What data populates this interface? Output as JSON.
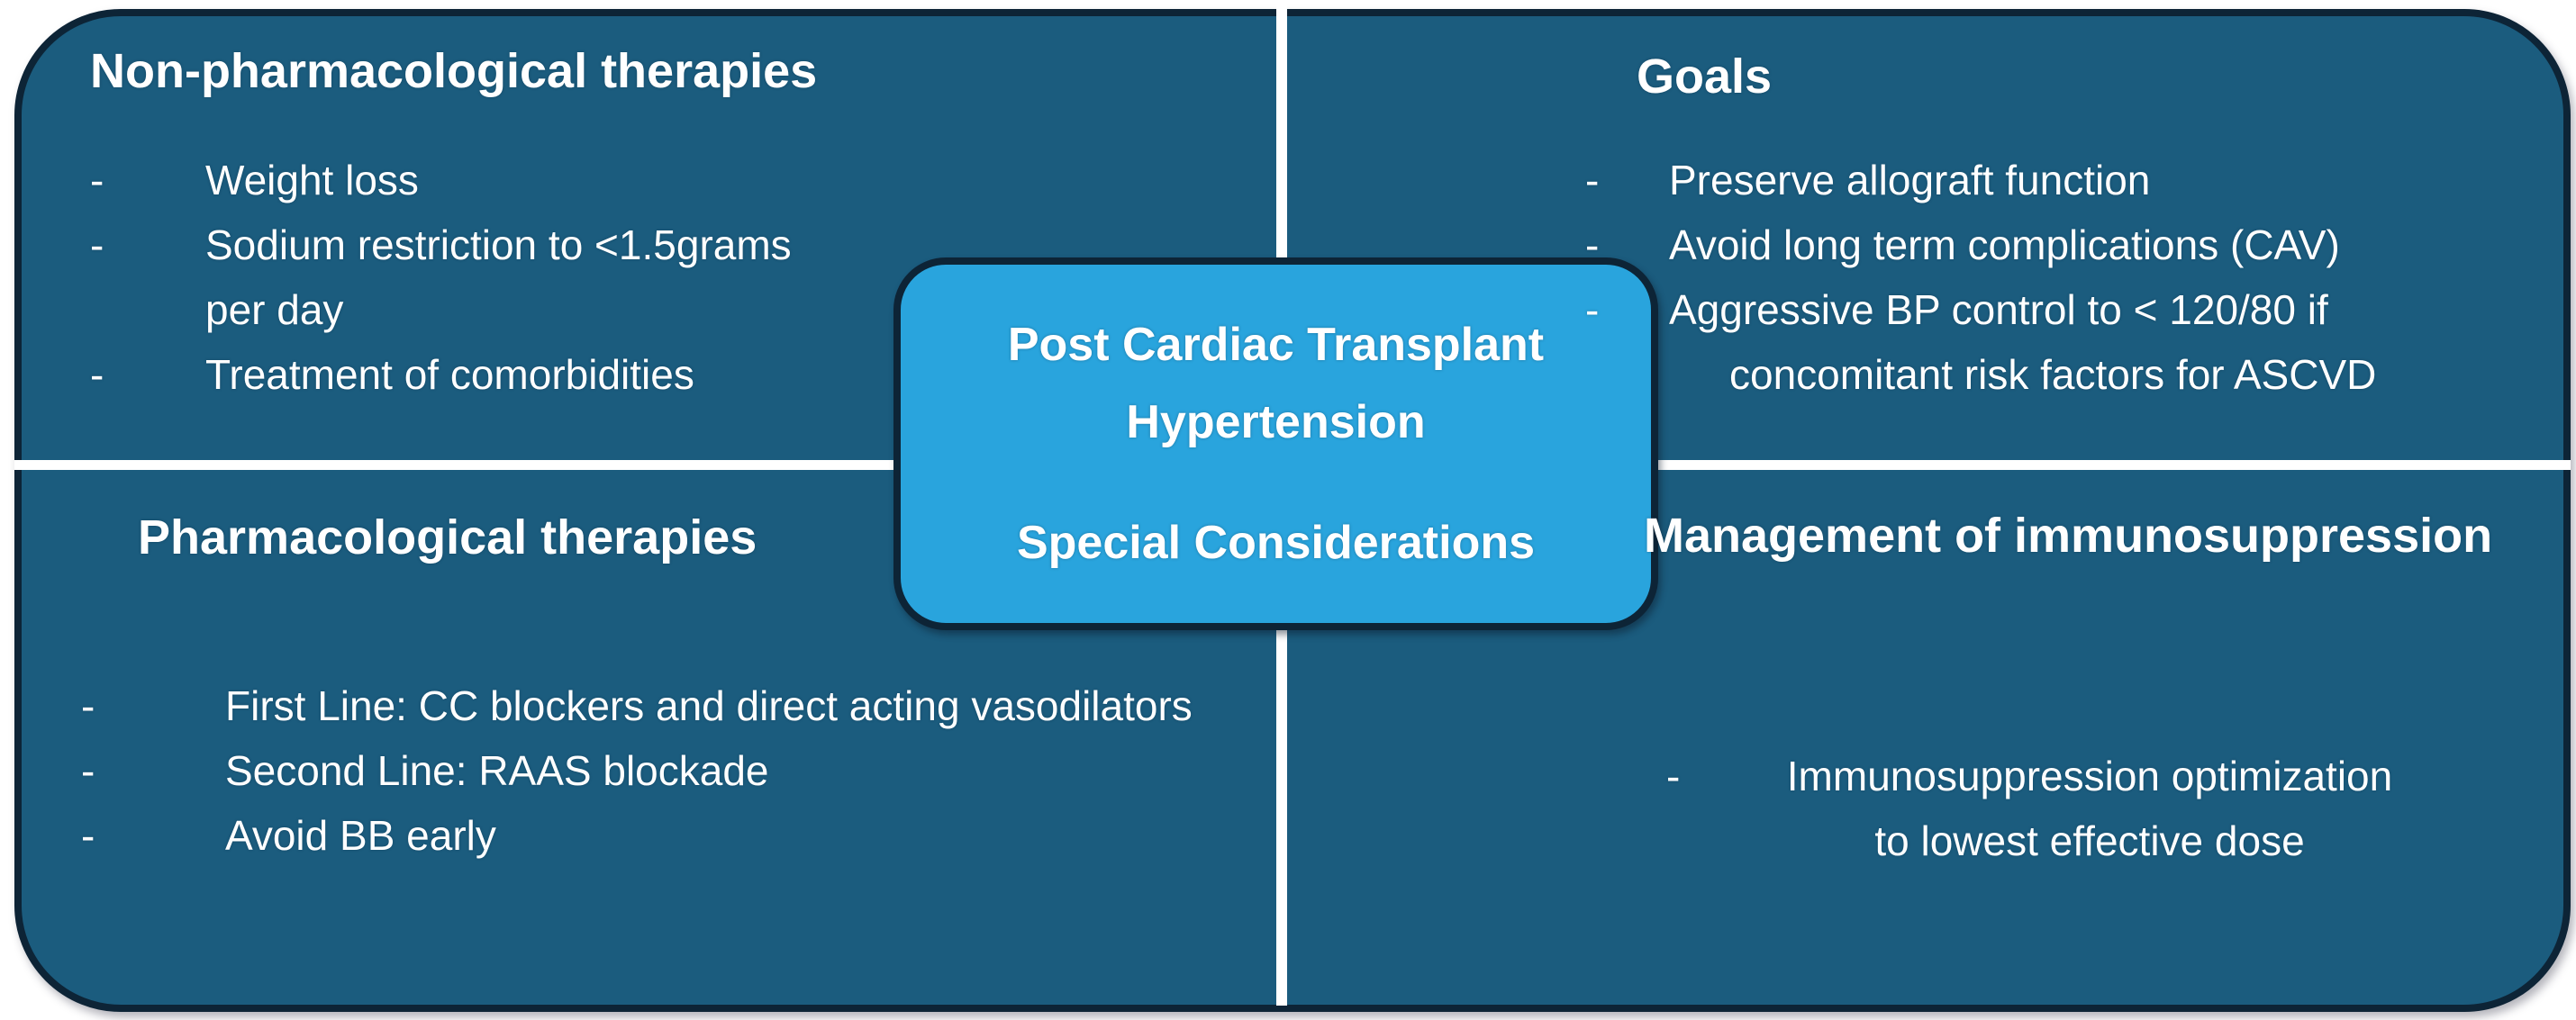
{
  "diagram": {
    "bullet_char": "-",
    "center": {
      "lines": [
        "Post Cardiac Transplant",
        "Hypertension",
        "Special Considerations"
      ]
    },
    "quadrants": {
      "top_left": {
        "title": "Non-pharmacological therapies",
        "items": [
          [
            "Weight loss"
          ],
          [
            "Sodium restriction to <1.5grams",
            "per day"
          ],
          [
            "Treatment of comorbidities"
          ]
        ]
      },
      "top_right": {
        "title": "Goals",
        "items": [
          [
            "Preserve allograft function"
          ],
          [
            "Avoid long term complications (CAV)"
          ],
          [
            "Aggressive BP control to < 120/80 if",
            "concomitant risk factors for ASCVD"
          ]
        ]
      },
      "bottom_left": {
        "title": "Pharmacological therapies",
        "items": [
          [
            "First Line: CC blockers and direct acting vasodilators"
          ],
          [
            "Second Line: RAAS blockade"
          ],
          [
            "Avoid BB early"
          ]
        ]
      },
      "bottom_right": {
        "title": "Management of immunosuppression",
        "items": [
          [
            "Immunosuppression optimization",
            "to lowest effective dose"
          ]
        ]
      }
    },
    "colors": {
      "bg": "#1b5c7e",
      "accent": "#29a4dd",
      "border": "#0d2436",
      "divider": "#ffffff",
      "text": "#ffffff"
    }
  }
}
